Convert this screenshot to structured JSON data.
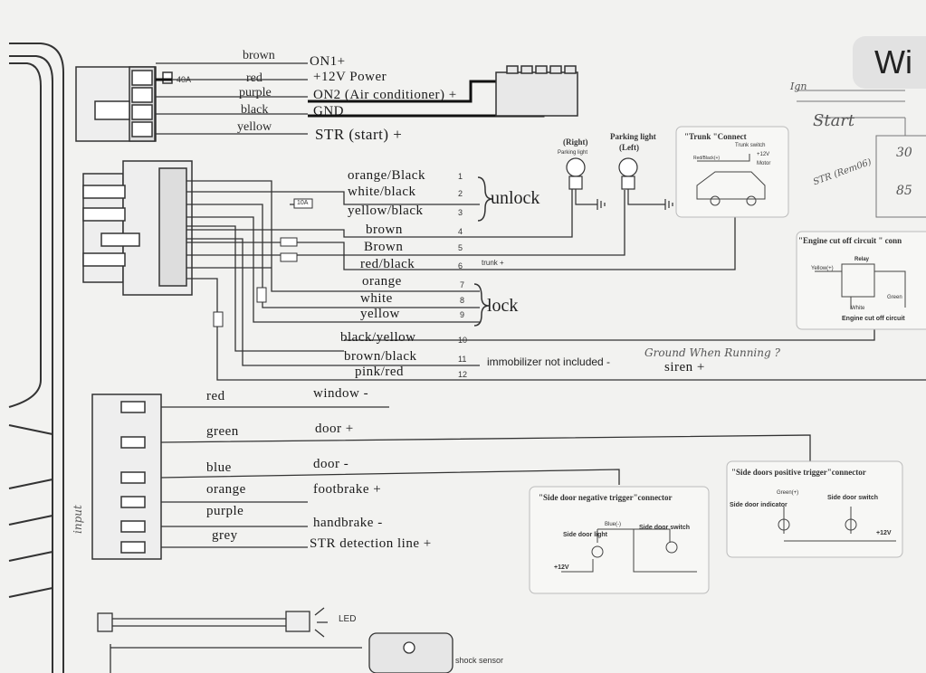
{
  "title": "Wi",
  "top_connector": {
    "fuse_label": "40A",
    "wires": [
      {
        "color": "brown",
        "function": "ON1+"
      },
      {
        "color": "red",
        "function": "+12V Power"
      },
      {
        "color": "purple",
        "function": "ON2 (Air conditioner) +"
      },
      {
        "color": "black",
        "function": "GND"
      },
      {
        "color": "yellow",
        "function": "STR (start) +"
      }
    ]
  },
  "main_connector": {
    "fuse_label": "10A",
    "unlock_label": "unlock",
    "lock_label": "lock",
    "trunk_label": "trunk +",
    "immobilizer_note": "immobilizer not included -",
    "siren_label": "siren +",
    "handwritten_note": "Ground When Running ?",
    "wires": [
      {
        "color": "orange/Black",
        "num": "1"
      },
      {
        "color": "white/black",
        "num": "2"
      },
      {
        "color": "yellow/black",
        "num": "3"
      },
      {
        "color": "brown",
        "num": "4"
      },
      {
        "color": "Brown",
        "num": "5"
      },
      {
        "color": "red/black",
        "num": "6"
      },
      {
        "color": "orange",
        "num": "7"
      },
      {
        "color": "white",
        "num": "8"
      },
      {
        "color": "yellow",
        "num": "9"
      },
      {
        "color": "black/yellow",
        "num": "10"
      },
      {
        "color": "brown/black",
        "num": "11"
      },
      {
        "color": "pink/red",
        "num": "12"
      }
    ]
  },
  "input_connector": {
    "side_label": "input",
    "wires": [
      {
        "color": "red",
        "function": "window -"
      },
      {
        "color": "green",
        "function": "door +"
      },
      {
        "color": "blue",
        "function": "door -"
      },
      {
        "color": "orange",
        "function": "footbrake +"
      },
      {
        "color": "purple",
        "function": "handbrake -"
      },
      {
        "color": "grey",
        "function": "STR detection line +"
      }
    ]
  },
  "parking_lights": {
    "right_label": "(Right)",
    "right_sub": "Parking light",
    "left_title": "Parking light",
    "left_label": "(Left)"
  },
  "trunk_box": {
    "title": "\"Trunk \"Connect",
    "switch_label": "Trunk switch",
    "wire_label": "Red/Black(+)",
    "v_label": "+12V",
    "motor_label": "Motor"
  },
  "engine_box": {
    "title": "\"Engine cut off  circuit \" conn",
    "yellow_label": "Yellow(+)",
    "relay_label": "Relay",
    "green_label": "Green",
    "white_label": "White",
    "footer": "Engine cut off circuit"
  },
  "side_neg_box": {
    "title": "\"Side door negative trigger\"connector",
    "blue_label": "Blue(-)",
    "light_label": "Side door light",
    "switch_label": "Side door switch",
    "v_label": "+12V"
  },
  "side_pos_box": {
    "title": "\"Side doors positive trigger\"connector",
    "green_label": "Green(+)",
    "indicator_label": "Side door indicator",
    "switch_label": "Side door switch",
    "v_label": "+12V"
  },
  "bottom": {
    "led_label": "LED",
    "shock_label": "shock sensor"
  },
  "handwritten": {
    "ign_label": "Ign",
    "start_label": "Start",
    "str_label": "STR (Rem06)",
    "relay_30": "30",
    "relay_85": "85"
  }
}
